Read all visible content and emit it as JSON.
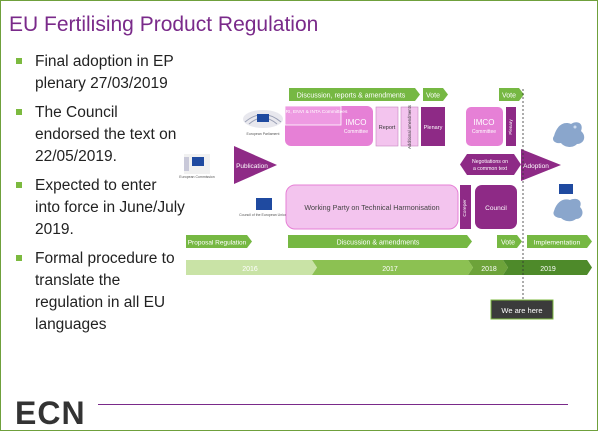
{
  "title": "EU Fertilising Product Regulation",
  "bullets": [
    "Final adoption in EP plenary 27/03/2019",
    "The Council endorsed the text on 22/05/2019.",
    "Expected to enter into force in June/July 2019.",
    "Formal procedure to translate the regulation in all EU languages"
  ],
  "logo": "ECN",
  "diagram": {
    "discussion_reports": "Discussion, reports & amendments",
    "vote_ep": "Vote",
    "vote_top_right": "Vote",
    "agri_committees": "AGRI, ENVI & INTA Committees",
    "imco_label": "IMCO",
    "committee_label": "Committee",
    "report": "Report",
    "additional_amendments": "Additional amendments",
    "plenary": "Plenary",
    "plenary_right": "Plenary",
    "european_parliament": "European Parliament",
    "european_commission": "European Commission",
    "publication": "Publication",
    "negotiations": "Negotiations on a common text",
    "adoption": "Adoption",
    "council_of_eu": "Council of the European Union",
    "working_party": "Working Party on Technical Harmonisation",
    "coreper": "Coreper",
    "council": "Council",
    "proposal_regulation": "Proposal Regulation",
    "discussion_amendments": "Discussion & amendments",
    "vote_bottom": "Vote",
    "implementation": "Implementation",
    "timeline": [
      "2016",
      "2017",
      "2018",
      "2019"
    ],
    "we_are_here": "We are here"
  },
  "colors": {
    "title": "#7a2a8a",
    "bullet_accent": "#7cba3f",
    "green_bar": "#76b843",
    "pink_box": "#e680d6",
    "light_pink_box": "#f3c4ee",
    "dark_purple": "#8e2a86",
    "timeline_light": "#c9e3a6",
    "timeline_mid": "#8cc152",
    "timeline_dark": "#4e8a2a",
    "we_are_here_bg": "#3b3b3b"
  }
}
